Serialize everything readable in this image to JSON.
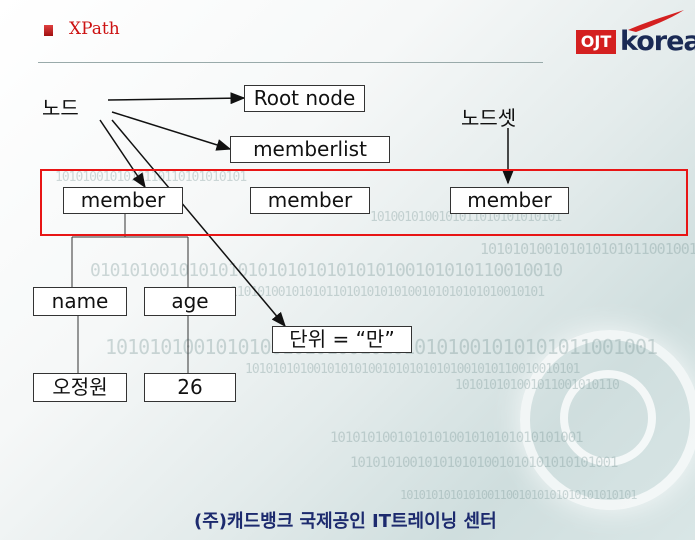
{
  "slide": {
    "title": "XPath",
    "footer": "(주)캐드뱅크 국제공인 IT트레이닝 센터"
  },
  "logo": {
    "ojt": "OJT",
    "korea": "korea"
  },
  "labels": {
    "node": "노드",
    "nodeset": "노드셋"
  },
  "nodes": {
    "root": "Root node",
    "memberlist": "memberlist",
    "member1": "member",
    "member2": "member",
    "member3": "member",
    "name": "name",
    "age": "age",
    "unit": "단위 = “만”",
    "name_value": "오정원",
    "age_value": "26"
  },
  "colors": {
    "title": "#cc1111",
    "highlight": "#e81515",
    "footer": "#1c2a6e",
    "logo_red": "#d42020",
    "logo_navy": "#1a2a55"
  }
}
